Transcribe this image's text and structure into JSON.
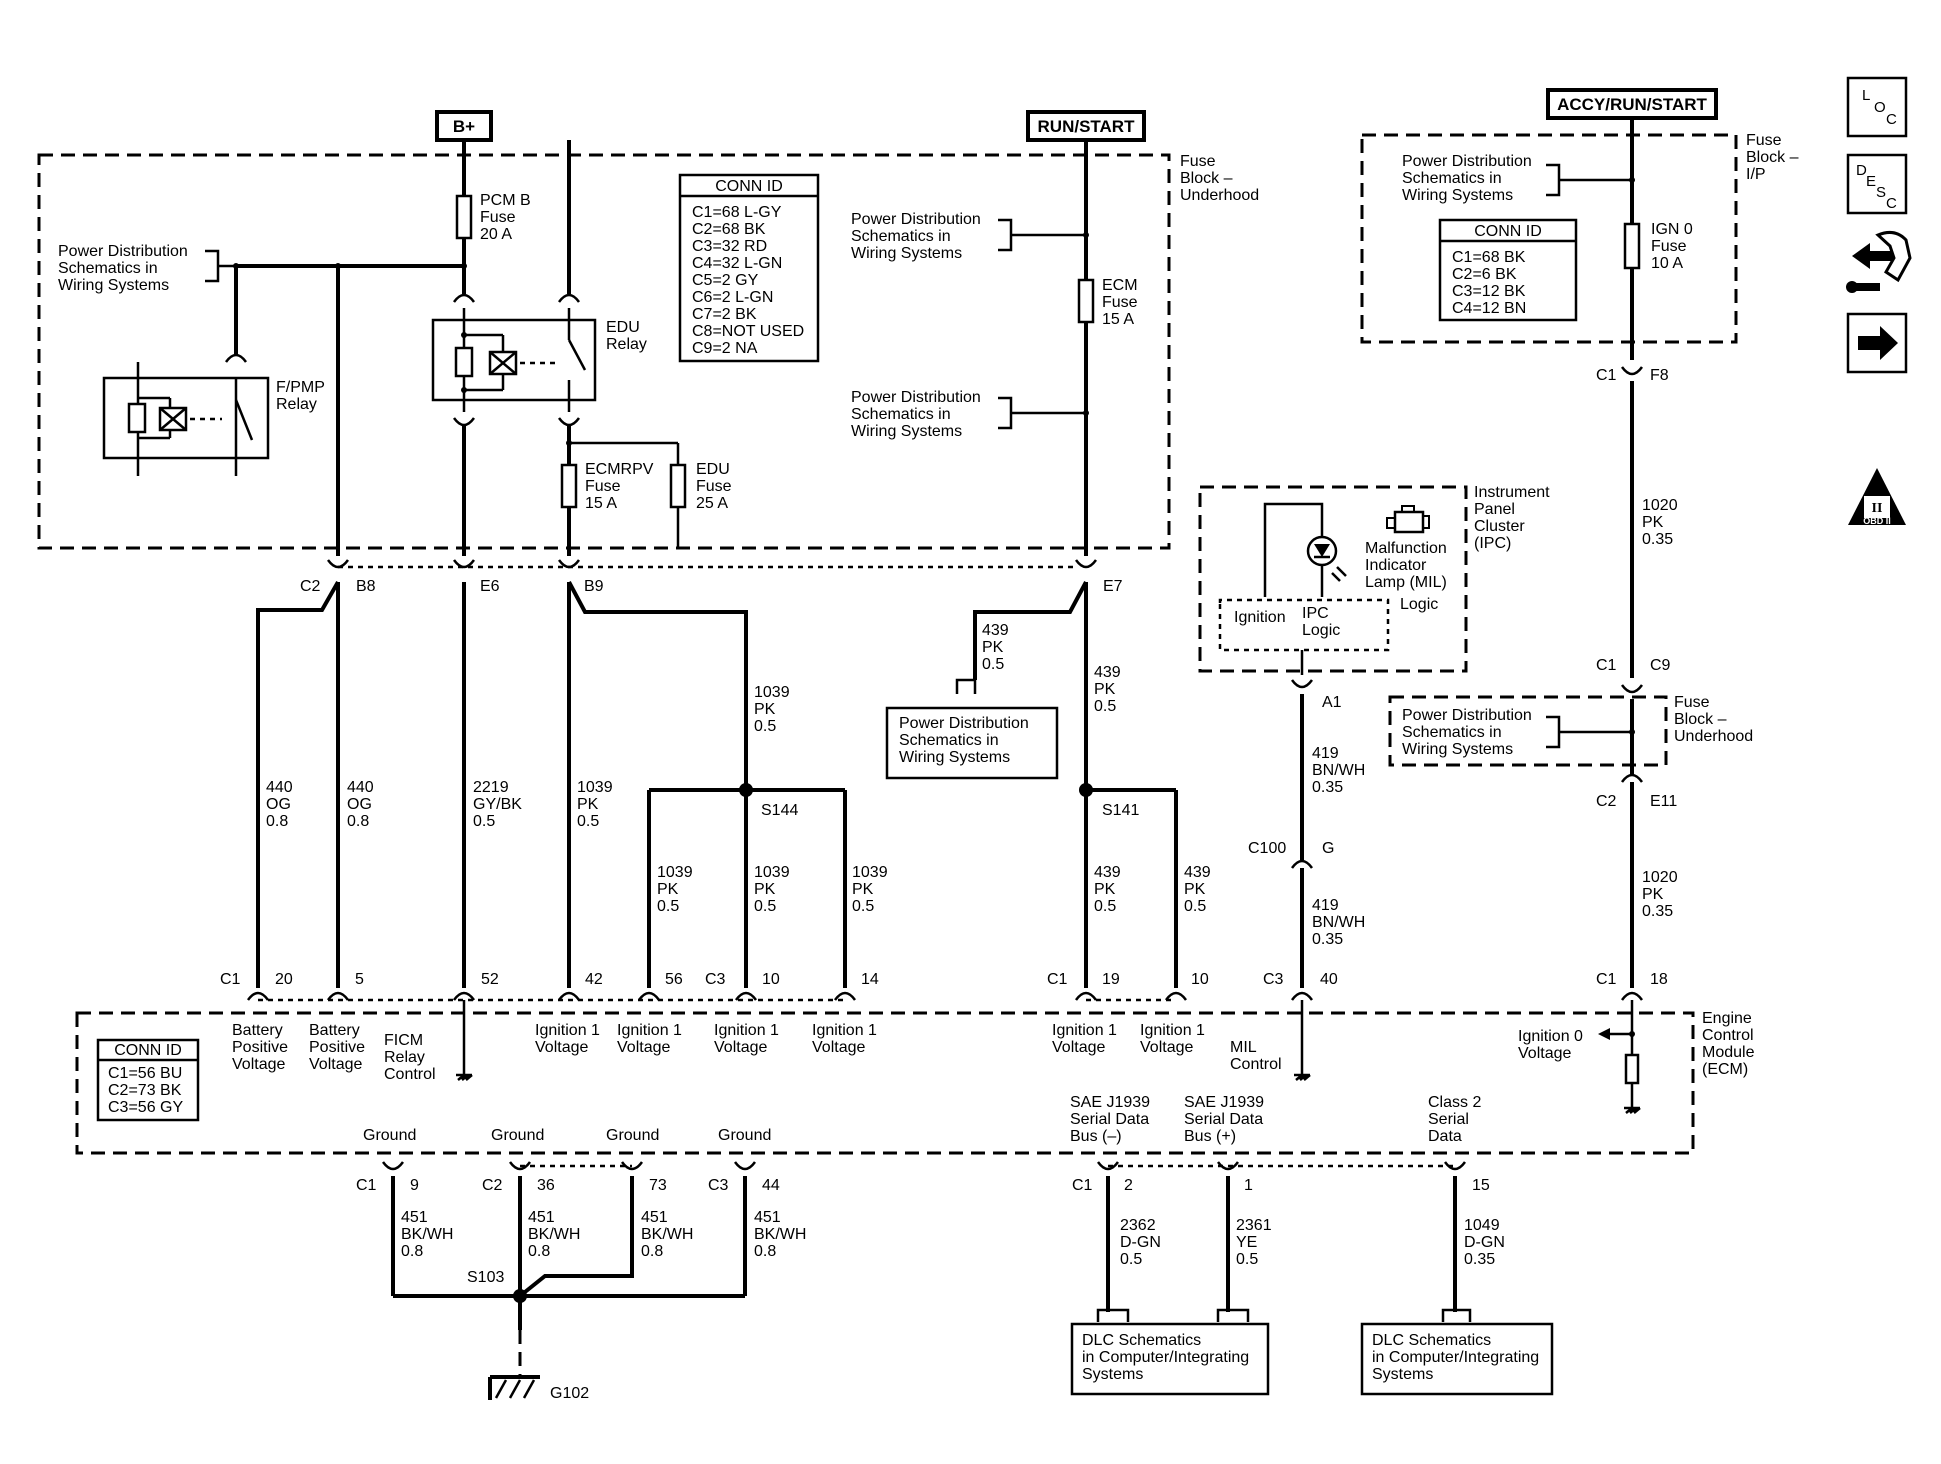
{
  "sources": {
    "bplus": "B+",
    "run_start": "RUN/START",
    "accy_run_start": "ACCY/RUN/START"
  },
  "side_icons": {
    "loc": [
      "L",
      "O",
      "C"
    ],
    "desc": [
      "D",
      "E",
      "S",
      "C"
    ],
    "obd": "OBD II",
    "obd_numeral": "II",
    "icons": [
      "loc-icon",
      "desc-icon",
      "schematic-navigation-icon",
      "next-arrow-icon",
      "obd-ii-warning-icon"
    ]
  },
  "fuse_block_underhood": {
    "label": [
      "Fuse",
      "Block –",
      "Underhood"
    ],
    "conn_id": {
      "title": "CONN ID",
      "rows": [
        "C1=68 L-GY",
        "C2=68 BK",
        "C3=32 RD",
        "C4=32 L-GN",
        "C5=2 GY",
        "C6=2 L-GN",
        "C7=2 BK",
        "C8=NOT USED",
        "C9=2 NA"
      ]
    },
    "pcm_fuse": [
      "PCM B",
      "Fuse",
      "20 A"
    ],
    "ecm_fuse": [
      "ECM",
      "Fuse",
      "15 A"
    ],
    "ecmrpv_fuse": [
      "ECMRPV",
      "Fuse",
      "15 A"
    ],
    "edu_fuse": [
      "EDU",
      "Fuse",
      "25 A"
    ],
    "edu_relay": [
      "EDU",
      "Relay"
    ],
    "fpmp_relay": [
      "F/PMP",
      "Relay"
    ],
    "pds_left": [
      "Power Distribution",
      "Schematics in",
      "Wiring Systems"
    ],
    "pds_run1": [
      "Power Distribution",
      "Schematics in",
      "Wiring Systems"
    ],
    "pds_run2": [
      "Power Distribution",
      "Schematics in",
      "Wiring Systems"
    ]
  },
  "fuse_block_ip": {
    "label": [
      "Fuse",
      "Block –",
      "I/P"
    ],
    "pds": [
      "Power Distribution",
      "Schematics in",
      "Wiring Systems"
    ],
    "conn_id": {
      "title": "CONN ID",
      "rows": [
        "C1=68 BK",
        "C2=6 BK",
        "C3=12 BK",
        "C4=12 BN"
      ]
    },
    "ign0_fuse": [
      "IGN 0",
      "Fuse",
      "10 A"
    ]
  },
  "ipc": {
    "label": [
      "Instrument",
      "Panel",
      "Cluster",
      "(IPC)"
    ],
    "mil": [
      "Malfunction",
      "Indicator",
      "Lamp (MIL)"
    ],
    "ignition": "Ignition",
    "ipc_logic": [
      "IPC",
      "Logic"
    ],
    "logic": "Logic"
  },
  "fuse_block_underhood_2": {
    "label": [
      "Fuse",
      "Block –",
      "Underhood"
    ],
    "pds": [
      "Power Distribution",
      "Schematics in",
      "Wiring Systems"
    ]
  },
  "pds_box": [
    "Power Distribution",
    "Schematics in",
    "Wiring Systems"
  ],
  "connectors": {
    "c2": "C2",
    "b8": "B8",
    "e6": "E6",
    "b9": "B9",
    "e7": "E7",
    "c1_f8": "C1",
    "f8": "F8",
    "c1_c9": "C1",
    "c9": "C9",
    "c2_e11": "C2",
    "e11": "E11",
    "a1": "A1",
    "c100": "C100",
    "g": "G",
    "ecm_c1_a": "C1",
    "p20": "20",
    "p5": "5",
    "p52": "52",
    "p42": "42",
    "p56": "56",
    "ecm_c3_a": "C3",
    "p10a": "10",
    "p14": "14",
    "ecm_c1_b": "C1",
    "p19": "19",
    "p10b": "10",
    "ecm_c3_b": "C3",
    "p40": "40",
    "ecm_c1_c": "C1",
    "p18": "18",
    "g_c1": "C1",
    "p9": "9",
    "g_c2": "C2",
    "p36": "36",
    "p73": "73",
    "g_c3": "C3",
    "p44": "44",
    "d_c1": "C1",
    "p2": "2",
    "p1": "1",
    "p15": "15"
  },
  "splices": {
    "s144": "S144",
    "s141": "S141",
    "s103": "S103",
    "g102": "G102"
  },
  "wires": {
    "w440a": [
      "440",
      "OG",
      "0.8"
    ],
    "w440b": [
      "440",
      "OG",
      "0.8"
    ],
    "w2219": [
      "2219",
      "GY/BK",
      "0.5"
    ],
    "w1039a": [
      "1039",
      "PK",
      "0.5"
    ],
    "w1039top": [
      "1039",
      "PK",
      "0.5"
    ],
    "w1039b": [
      "1039",
      "PK",
      "0.5"
    ],
    "w1039c": [
      "1039",
      "PK",
      "0.5"
    ],
    "w1039d": [
      "1039",
      "PK",
      "0.5"
    ],
    "w439top": [
      "439",
      "PK",
      "0.5"
    ],
    "w439main": [
      "439",
      "PK",
      "0.5"
    ],
    "w439a": [
      "439",
      "PK",
      "0.5"
    ],
    "w439b": [
      "439",
      "PK",
      "0.5"
    ],
    "w419a": [
      "419",
      "BN/WH",
      "0.35"
    ],
    "w419b": [
      "419",
      "BN/WH",
      "0.35"
    ],
    "w1020a": [
      "1020",
      "PK",
      "0.35"
    ],
    "w1020b": [
      "1020",
      "PK",
      "0.35"
    ],
    "w451a": [
      "451",
      "BK/WH",
      "0.8"
    ],
    "w451b": [
      "451",
      "BK/WH",
      "0.8"
    ],
    "w451c": [
      "451",
      "BK/WH",
      "0.8"
    ],
    "w451d": [
      "451",
      "BK/WH",
      "0.8"
    ],
    "w2362": [
      "2362",
      "D-GN",
      "0.5"
    ],
    "w2361": [
      "2361",
      "YE",
      "0.5"
    ],
    "w1049": [
      "1049",
      "D-GN",
      "0.35"
    ]
  },
  "ecm": {
    "label": [
      "Engine",
      "Control",
      "Module",
      "(ECM)"
    ],
    "conn_id": {
      "title": "CONN ID",
      "rows": [
        "C1=56 BU",
        "C2=73 BK",
        "C3=56 GY"
      ]
    },
    "battery_pos_1": [
      "Battery",
      "Positive",
      "Voltage"
    ],
    "battery_pos_2": [
      "Battery",
      "Positive",
      "Voltage"
    ],
    "ficm": [
      "FICM",
      "Relay",
      "Control"
    ],
    "ign1_a": [
      "Ignition 1",
      "Voltage"
    ],
    "ign1_b": [
      "Ignition 1",
      "Voltage"
    ],
    "ign1_c": [
      "Ignition 1",
      "Voltage"
    ],
    "ign1_d": [
      "Ignition 1",
      "Voltage"
    ],
    "ign1_e": [
      "Ignition 1",
      "Voltage"
    ],
    "ign1_f": [
      "Ignition 1",
      "Voltage"
    ],
    "mil_control": [
      "MIL",
      "Control"
    ],
    "ign0": [
      "Ignition 0",
      "Voltage"
    ],
    "ground": "Ground",
    "sae_minus": [
      "SAE J1939",
      "Serial Data",
      "Bus (–)"
    ],
    "sae_plus": [
      "SAE J1939",
      "Serial Data",
      "Bus (+)"
    ],
    "class2": [
      "Class 2",
      "Serial",
      "Data"
    ]
  },
  "dlc_1": [
    "DLC Schematics",
    "in Computer/Integrating",
    "Systems"
  ],
  "dlc_2": [
    "DLC Schematics",
    "in Computer/Integrating",
    "Systems"
  ]
}
